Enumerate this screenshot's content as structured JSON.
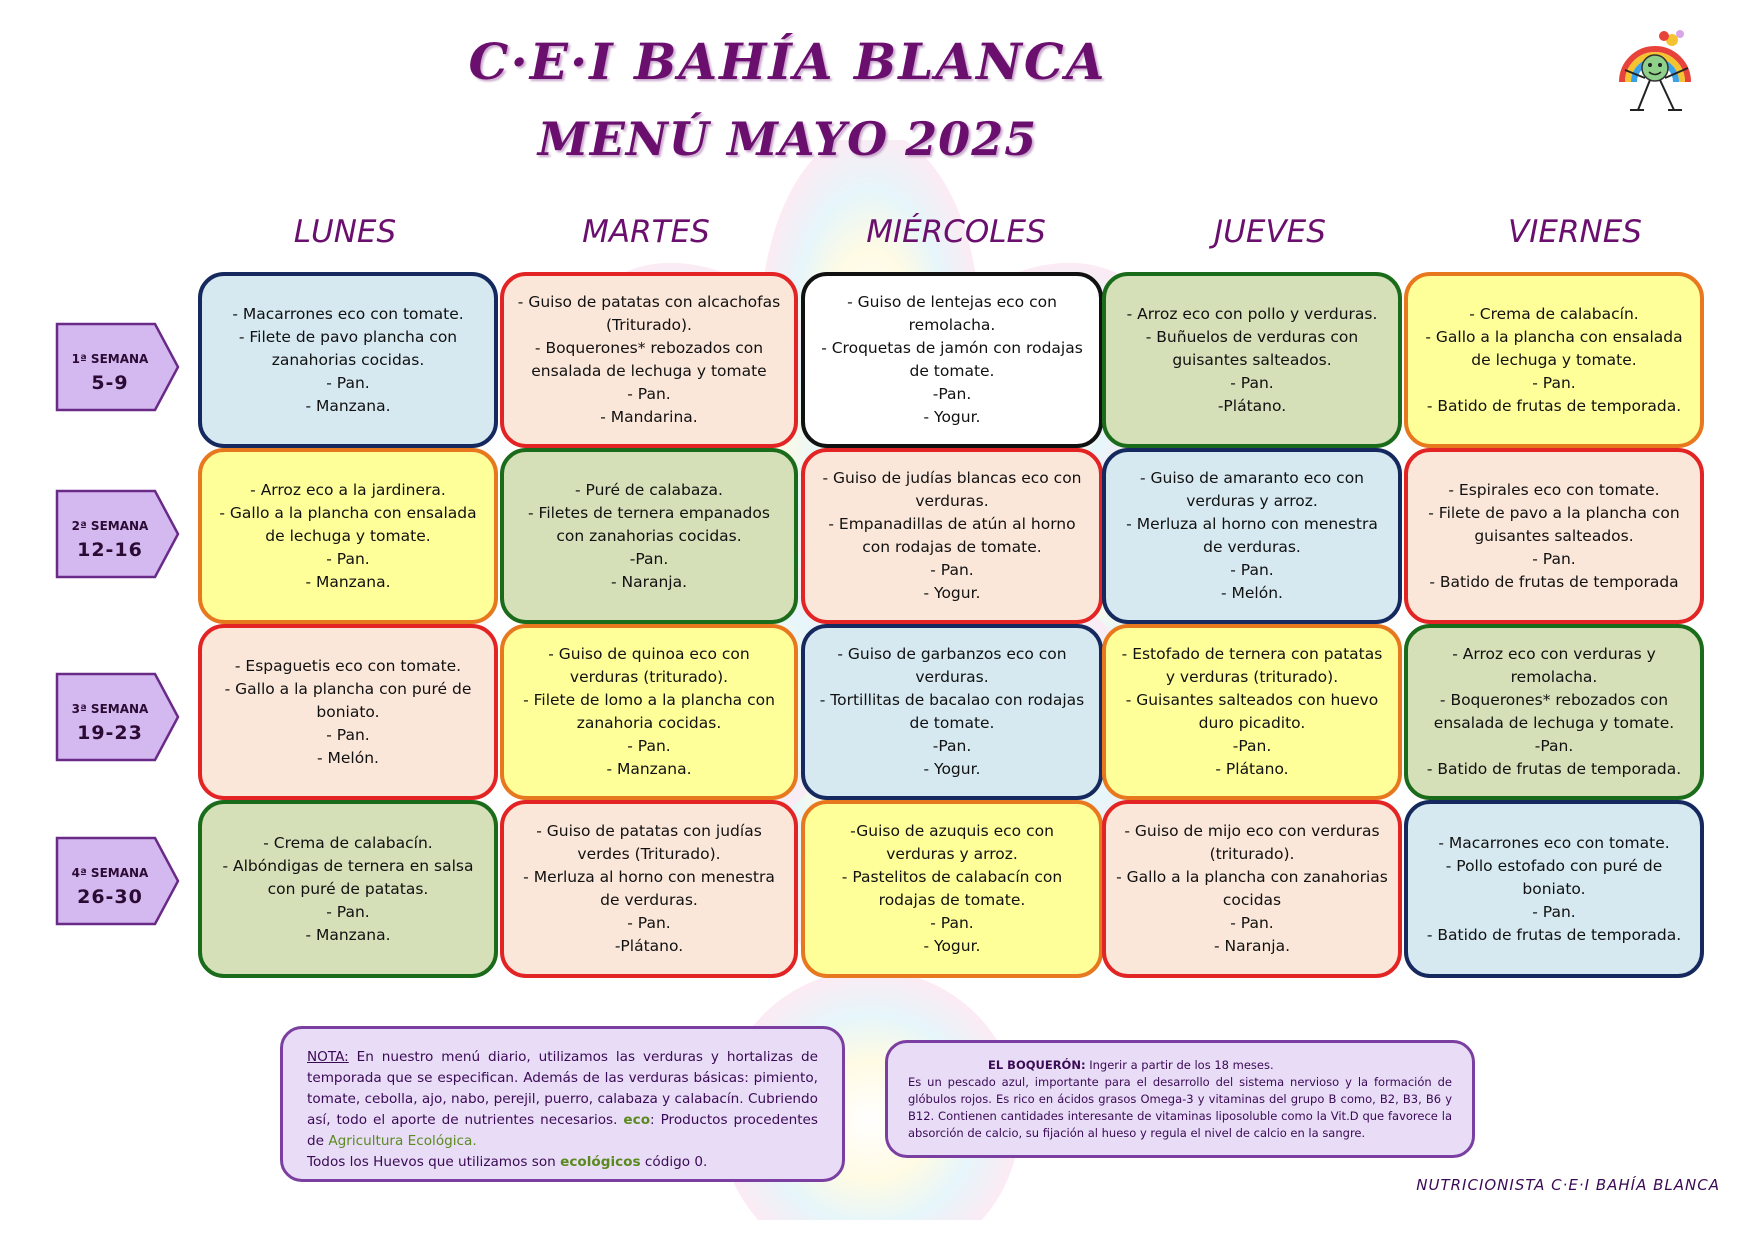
{
  "header": {
    "school": "C·E·I BAHÍA BLANCA",
    "menu_title": "MENÚ MAYO 2025"
  },
  "days": [
    "LUNES",
    "MARTES",
    "MIÉRCOLES",
    "JUEVES",
    "VIERNES"
  ],
  "weeks": [
    {
      "label": "1ª SEMANA",
      "range": "5-9"
    },
    {
      "label": "2ª SEMANA",
      "range": "12-16"
    },
    {
      "label": "3ª SEMANA",
      "range": "19-23"
    },
    {
      "label": "4ª SEMANA",
      "range": "26-30"
    }
  ],
  "menu": [
    [
      {
        "color": "blue",
        "text": "- Macarrones eco con tomate.\n- Filete de pavo plancha con zanahorias cocidas.\n- Pan.\n- Manzana."
      },
      {
        "color": "peach",
        "text": "- Guiso de patatas con alcachofas (Triturado).\n- Boquerones* rebozados con ensalada de lechuga y tomate\n- Pan.\n- Mandarina."
      },
      {
        "color": "white",
        "text": "- Guiso de lentejas eco con remolacha.\n- Croquetas de jamón con rodajas de tomate.\n-Pan.\n- Yogur."
      },
      {
        "color": "green",
        "text": "- Arroz eco con pollo y verduras.\n- Buñuelos de verduras con guisantes salteados.\n- Pan.\n-Plátano."
      },
      {
        "color": "yellow",
        "text": "- Crema de calabacín.\n- Gallo a la plancha con ensalada de lechuga y tomate.\n- Pan.\n- Batido de frutas de temporada."
      }
    ],
    [
      {
        "color": "yellow",
        "text": "- Arroz eco a la jardinera.\n- Gallo a la plancha con ensalada de lechuga y tomate.\n- Pan.\n- Manzana."
      },
      {
        "color": "green",
        "text": "- Puré de calabaza.\n- Filetes de ternera empanados con zanahorias cocidas.\n-Pan.\n- Naranja."
      },
      {
        "color": "peach",
        "text": "- Guiso de judías blancas eco con verduras.\n- Empanadillas de atún al horno con rodajas de tomate.\n- Pan.\n- Yogur."
      },
      {
        "color": "blue",
        "text": "- Guiso de amaranto eco con verduras y arroz.\n- Merluza al horno con menestra de verduras.\n- Pan.\n- Melón."
      },
      {
        "color": "peach",
        "text": "- Espirales eco con tomate.\n- Filete de pavo a la plancha con guisantes salteados.\n- Pan.\n- Batido de frutas de temporada"
      }
    ],
    [
      {
        "color": "peach",
        "text": "- Espaguetis eco con tomate.\n- Gallo a la plancha con puré de boniato.\n- Pan.\n- Melón."
      },
      {
        "color": "yellow",
        "text": "- Guiso de quinoa eco con verduras (triturado).\n- Filete de lomo a la plancha con zanahoria cocidas.\n- Pan.\n- Manzana."
      },
      {
        "color": "blue",
        "text": "- Guiso de garbanzos eco con verduras.\n- Tortillitas de bacalao con rodajas de tomate.\n-Pan.\n- Yogur."
      },
      {
        "color": "yellow",
        "text": "- Estofado de ternera con patatas y verduras (triturado).\n- Guisantes salteados con huevo duro picadito.\n-Pan.\n- Plátano."
      },
      {
        "color": "green",
        "text": "- Arroz eco con verduras y remolacha.\n- Boquerones* rebozados con ensalada de lechuga y tomate.\n-Pan.\n- Batido de frutas de temporada."
      }
    ],
    [
      {
        "color": "green",
        "text": "- Crema de calabacín.\n- Albóndigas de ternera en salsa con puré de patatas.\n- Pan.\n- Manzana."
      },
      {
        "color": "peach",
        "text": "- Guiso de patatas con judías verdes (Triturado).\n- Merluza al horno con menestra de verduras.\n- Pan.\n-Plátano."
      },
      {
        "color": "yellow",
        "text": "-Guiso de azuquis eco con verduras y arroz.\n- Pastelitos de calabacín con rodajas de tomate.\n- Pan.\n- Yogur."
      },
      {
        "color": "peach",
        "text": "- Guiso de mijo eco con verduras (triturado).\n- Gallo a la plancha con zanahorias cocidas\n- Pan.\n- Naranja."
      },
      {
        "color": "blue",
        "text": "- Macarrones eco con tomate.\n- Pollo estofado con puré de boniato.\n- Pan.\n- Batido de frutas de temporada."
      }
    ]
  ],
  "note1": {
    "label": "NOTA:",
    "text1": " En nuestro menú diario, utilizamos las verduras y hortalizas de temporada que se especifican. Además de las verduras básicas: pimiento, tomate, cebolla, ajo, nabo, perejil, puerro, calabaza y calabacín. Cubriendo así, todo el aporte de nutrientes necesarios. ",
    "eco_label": "eco",
    "text2": ": Productos procedentes de ",
    "agri": "Agricultura Ecológica.",
    "eggs1": "Todos los Huevos que utilizamos son ",
    "eggs_bold": "ecológicos",
    "eggs2": " código 0."
  },
  "note2": {
    "title": "EL BOQUERÓN:",
    "intro": " Ingerir a partir de los 18 meses.",
    "text": "Es un pescado azul, importante para el desarrollo del sistema nervioso y la formación de glóbulos rojos. Es rico en ácidos grasos Omega-3 y vitaminas del grupo B como, B2, B3, B6 y B12. Contienen cantidades interesante de vitaminas liposoluble como la Vit.D que favorece la absorción de calcio, su fijación al hueso y regula el nivel de calcio en la sangre."
  },
  "footer": "NUTRICIONISTA C·E·I BAHÍA BLANCA",
  "colors": {
    "title": "#6a0f6e",
    "week_tag": "#d4b8f0",
    "blue": "#d6e9f1",
    "peach": "#fbe7da",
    "green": "#d5dfb8",
    "yellow": "#ffff9a"
  }
}
